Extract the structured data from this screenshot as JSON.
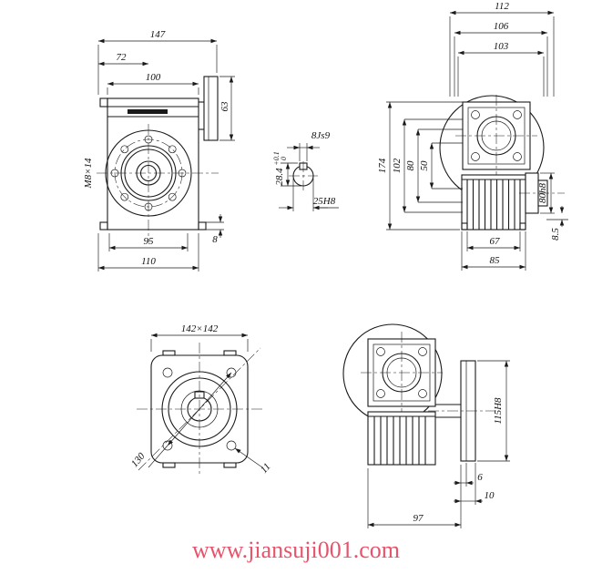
{
  "watermark": {
    "text": "www.jiansuji001.com",
    "color": "#e8536b"
  },
  "views": {
    "front": {
      "dims": {
        "overall_width": "147",
        "left_offset": "72",
        "body_width": "100",
        "input_flange_height": "63",
        "bolt_spec": "M8×14",
        "bolt_spacing": "95",
        "base_width": "110",
        "foot_height": "8"
      }
    },
    "bore_section": {
      "dims": {
        "key_width": "8Js9",
        "key_depth": "28.4",
        "key_depth_tol_upper": "+0.1",
        "key_depth_tol_lower": "0",
        "bore_dia": "25H8"
      }
    },
    "side": {
      "dims": {
        "depth_112": "112",
        "depth_106": "106",
        "depth_103": "103",
        "height_174": "174",
        "height_102": "102",
        "height_80": "80",
        "height_50": "50",
        "hub_dia": "80h8",
        "offset_8_5": "8.5",
        "base_67": "67",
        "base_85": "85"
      }
    },
    "flange_face": {
      "dims": {
        "square": "142×142",
        "bolt_diagonal": "130",
        "hole_dia": "11"
      }
    },
    "output_side": {
      "dims": {
        "flange_dia": "115H8",
        "offset_6": "6",
        "offset_10": "10",
        "depth_97": "97"
      }
    }
  }
}
